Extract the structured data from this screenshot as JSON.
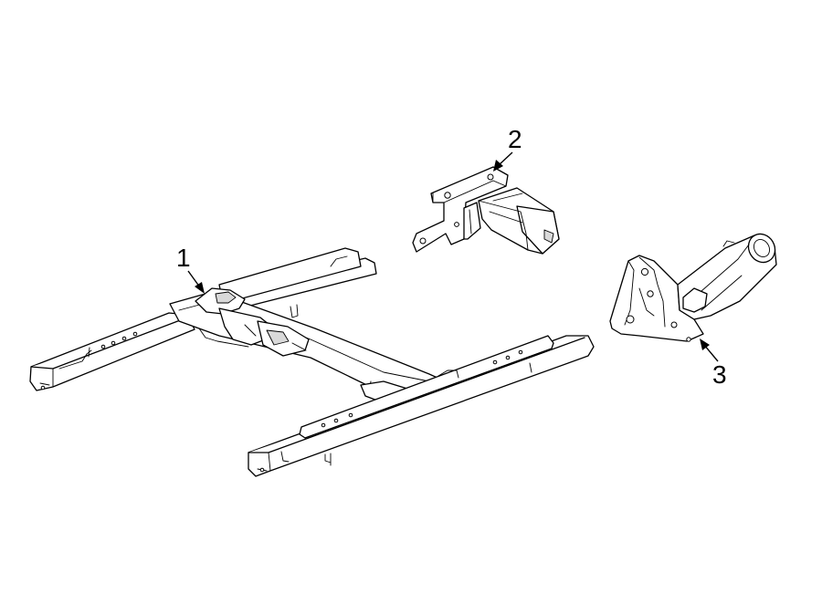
{
  "callouts": [
    {
      "id": "1",
      "label": "1"
    },
    {
      "id": "2",
      "label": "2"
    },
    {
      "id": "3",
      "label": "3"
    }
  ],
  "colors": {
    "line": "#000000",
    "background": "#ffffff",
    "shade": "#d9d9d9"
  }
}
